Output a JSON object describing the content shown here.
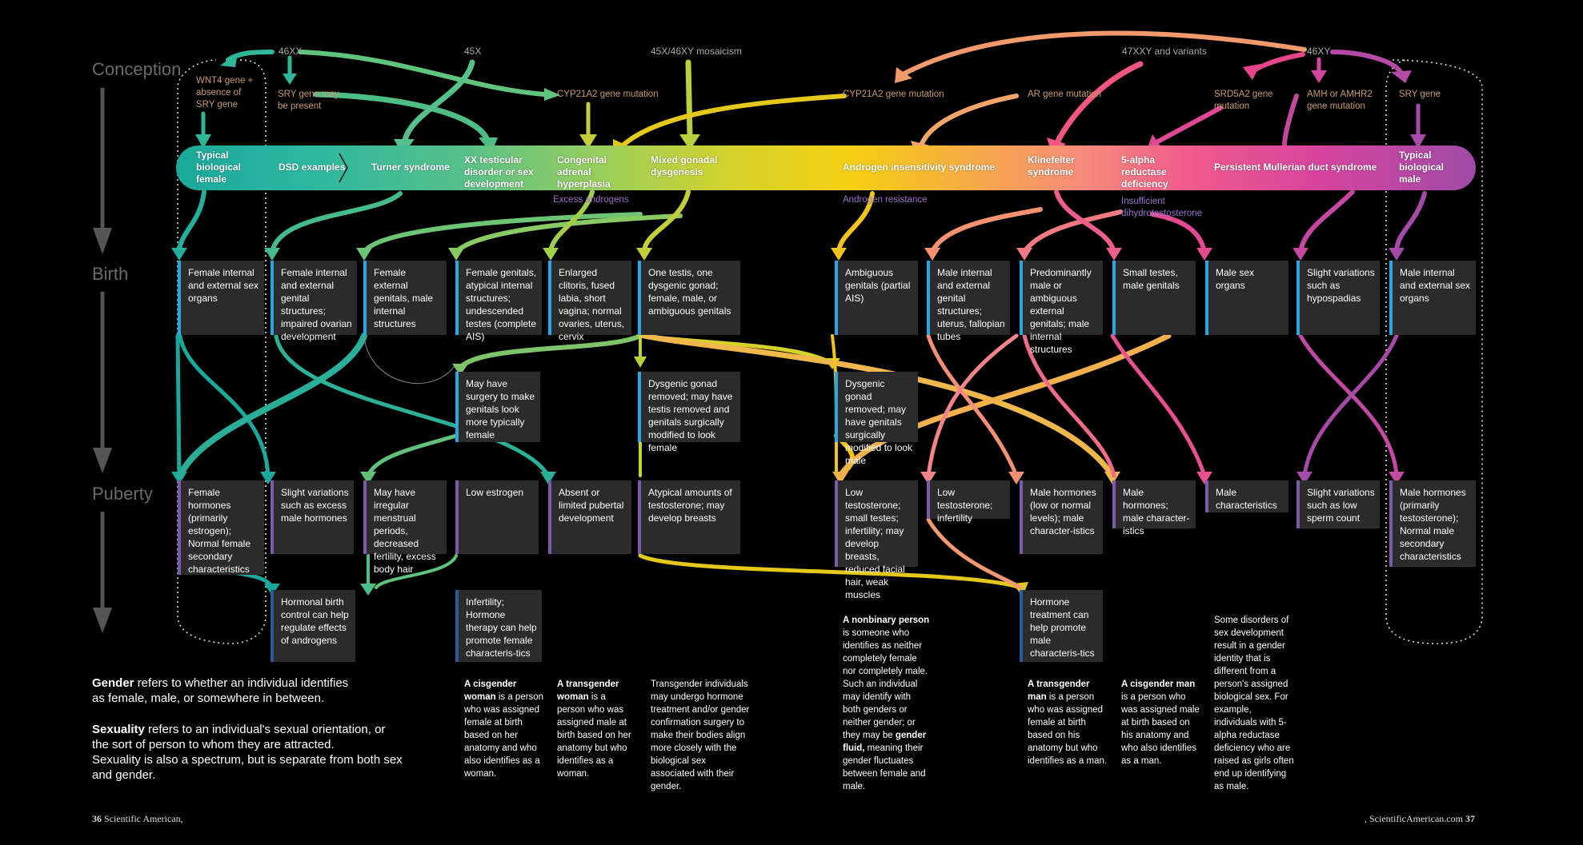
{
  "stages": [
    "Conception",
    "Birth",
    "Puberty"
  ],
  "genotypes": {
    "g46xx": "46XX",
    "g45x": "45X",
    "mosaic": "45X/46XY mosaicism",
    "g47xxy": "47XXY and variants",
    "g46xy": "46XY"
  },
  "causes": {
    "wnt4": "WNT4 gene + absence of SRY gene",
    "sry_present": "SRY gene may be present",
    "cyp1": "CYP21A2 gene mutation",
    "cyp2": "CYP21A2 gene mutation",
    "ar": "AR gene mutation",
    "srd5a2": "SRD5A2 gene mutation",
    "amh": "AMH or AMHR2 gene mutation",
    "sry": "SRY gene"
  },
  "band": {
    "female": "Typical biological female",
    "dsd": "DSD examples",
    "turner": "Turner syndrome",
    "xx_testicular": "XX testicular disorder or sex development",
    "cah": "Congenital adrenal hyperplasia",
    "mixed": "Mixed gonadal dysgenesis",
    "ais": "Androgen insensitivity syndrome",
    "klinefelter": "Klinefelter syndrome",
    "five_alpha": "5-alpha reductase deficiency",
    "pmds": "Persistent Mullerian duct syndrome",
    "male": "Typical biological male"
  },
  "subs": {
    "excess": "Excess androgens",
    "resistance": "Androgen resistance",
    "insufficient": "Insufficient dihydrotestosterone"
  },
  "birth": [
    "Female internal and external sex organs",
    "Female internal and external genital structures; impaired ovarian development",
    "Female external genitals, male internal structures",
    "Female genitals, atypical internal structures; undescended testes (complete AIS)",
    "Enlarged clitoris, fused labia, short vagina; normal ovaries, uterus, cervix",
    "One testis, one dysgenic gonad; female, male, or ambiguous genitals",
    "Ambiguous genitals (partial AIS)",
    "Male internal and external genital structures; uterus, fallopian tubes",
    "Predominantly male or ambiguous external genitals; male internal structures",
    "Small testes, male genitals",
    "Male sex organs",
    "Slight variations such as hypospadias",
    "Male  internal and external sex organs"
  ],
  "middle": [
    "May have surgery to make genitals look more typically female",
    "Dysgenic gonad removed; may have testis removed and genitals surgically modified to look female",
    "Dysgenic gonad removed; may have genitals surgically modified to look male"
  ],
  "puberty": [
    "Female hormones (primarily estrogen); Normal female secondary characteristics",
    "Slight variations such as excess male hormones",
    "May have irregular menstrual periods, decreased fertility, excess body hair",
    "Low estrogen",
    "Absent or limited pubertal development",
    "Atypical amounts of testosterone; may develop breasts",
    "Low testosterone; small testes; infertility; may develop breasts, reduced facial hair, weak muscles",
    "Low testosterone; infertility",
    "Male hormones (low or normal levels); male character-istics",
    "Male hormones; male character-istics",
    "Male characteristics",
    "Slight variations such as low sperm count",
    "Male hormones (primarily testosterone); Normal male secondary characteristics"
  ],
  "later": [
    "Hormonal birth control can help regulate effects of androgens",
    "Infertility; Hormone therapy can help promote female characteris-tics",
    "Hormone treatment can help promote male characteris-tics"
  ],
  "definitions": {
    "cis_woman_term": "A cisgender woman",
    "cis_woman_text": "is a person who was assigned female at birth based on her anatomy and who also identifies as a woman.",
    "trans_woman_term": "A transgender woman",
    "trans_woman_text": "is a person who was assigned male at birth based on her anatomy but who identifies as a woman.",
    "trans_individuals": "Transgender individuals may undergo hormone treatment and/or gender confirmation surgery to make their bodies align more closely with the biological sex associated with their gender.",
    "nonbinary_term": "A nonbinary person",
    "nonbinary_text": "is someone who identifies as neither completely female nor completely male. Such an individual may identify with both genders or neither gender; or they may be",
    "gender_fluid_term": "gender fluid,",
    "gender_fluid_text": "meaning their gender fluctuates between female and male.",
    "trans_man_term": "A transgender man",
    "trans_man_text": "is a person who was assigned female at birth based on his anatomy but who identifies as a man.",
    "cis_man_term": "A cisgender man",
    "cis_man_text": "is a person who was assigned male at birth based on his anatomy and who also identifies as a man.",
    "disorders": "Some disorders of sex development result in a gender identity that is different from a person's assigned biological sex. For example, individuals with 5-alpha reductase deficiency who are raised as girls often end up identifying as male."
  },
  "notes": {
    "gender_term": "Gender",
    "gender_text": "refers to whether an individual identifies as female, male, or somewhere in between.",
    "sexuality_term": "Sexuality",
    "sexuality_text": "refers to an individual's sexual orientation, or the sort of person to whom they are attracted.",
    "sexuality_text2": "Sexuality is also a spectrum, but is separate from both sex and gender."
  },
  "footer": {
    "left_page": "36",
    "left_pub": "Scientific American,",
    "right_site": ", ScientificAmerican.com",
    "right_page": "37"
  }
}
